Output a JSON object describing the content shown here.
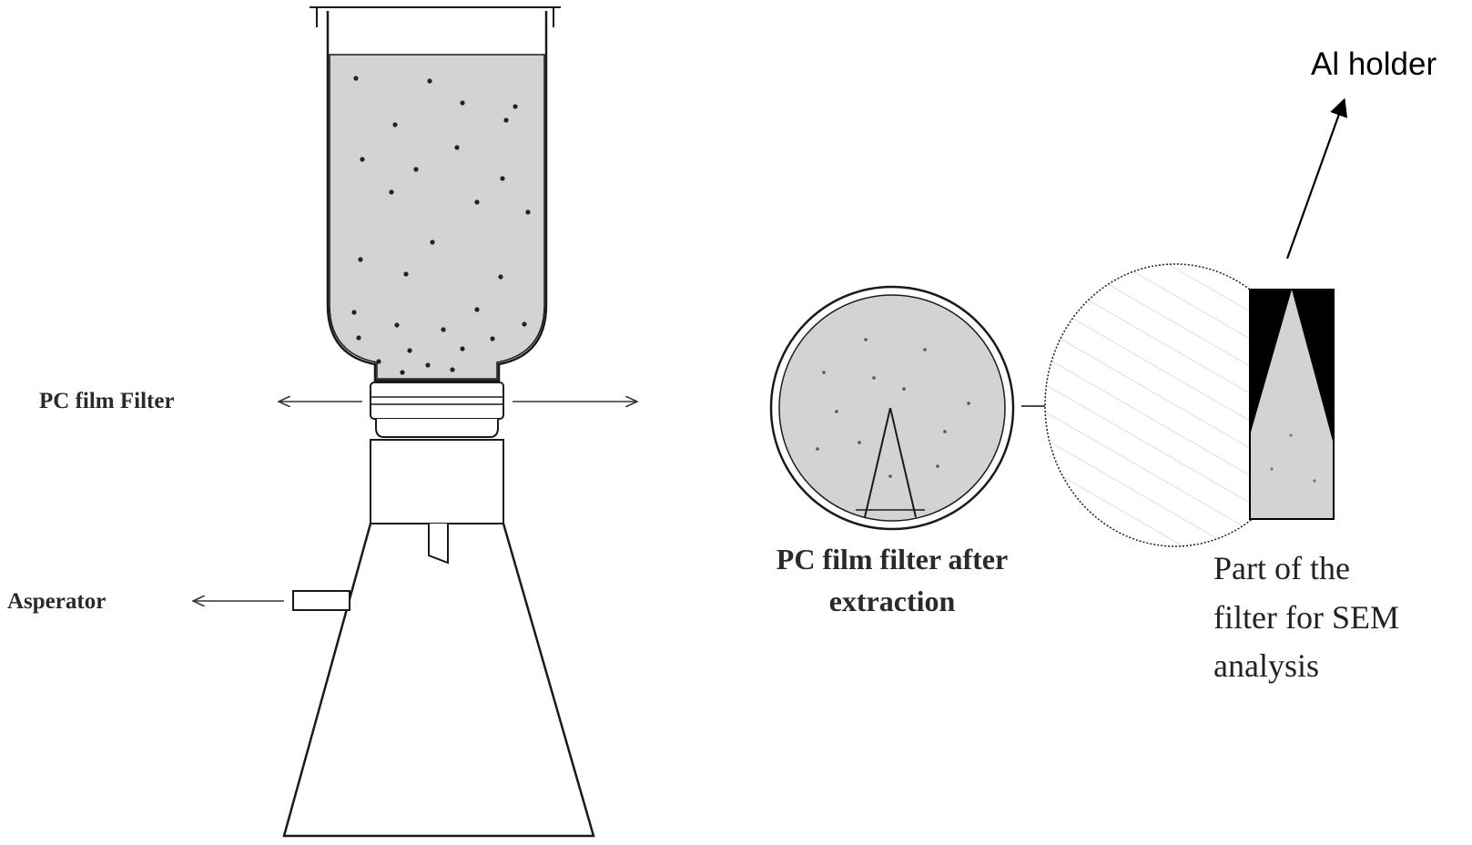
{
  "labels": {
    "pc_film_filter": "PC film Filter",
    "asperator": "Asperator",
    "filter_after_line1": "PC film filter after",
    "filter_after_line2": "extraction",
    "part_line1": "Part of the",
    "part_line2": "filter for SEM",
    "part_line3": "analysis",
    "al_holder": "Al holder"
  },
  "colors": {
    "liquid_fill": "#d3d3d3",
    "outline": "#1a1a1a",
    "holder_black": "#000000"
  }
}
